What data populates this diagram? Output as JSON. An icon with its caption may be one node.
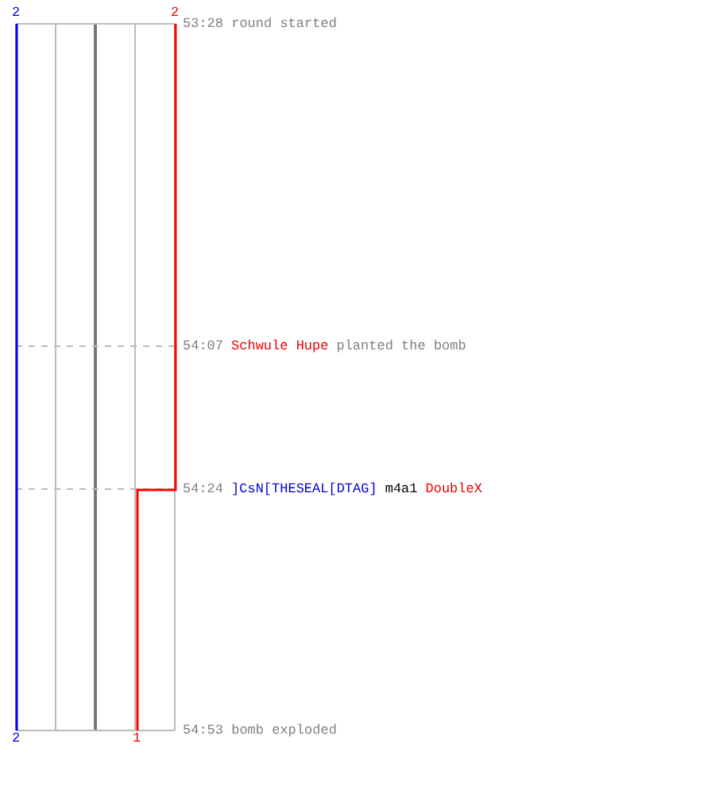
{
  "diagram": {
    "labels": [
      "2",
      "2",
      "53:28 round started",
      "54:07",
      "Schwule Hupe",
      "planted the bomb",
      "54:24",
      "]CsN[THESEAL[DTAG]",
      "m4a1",
      "DoubleX",
      "2",
      "1",
      "54:53 bomb exploded"
    ]
  }
}
